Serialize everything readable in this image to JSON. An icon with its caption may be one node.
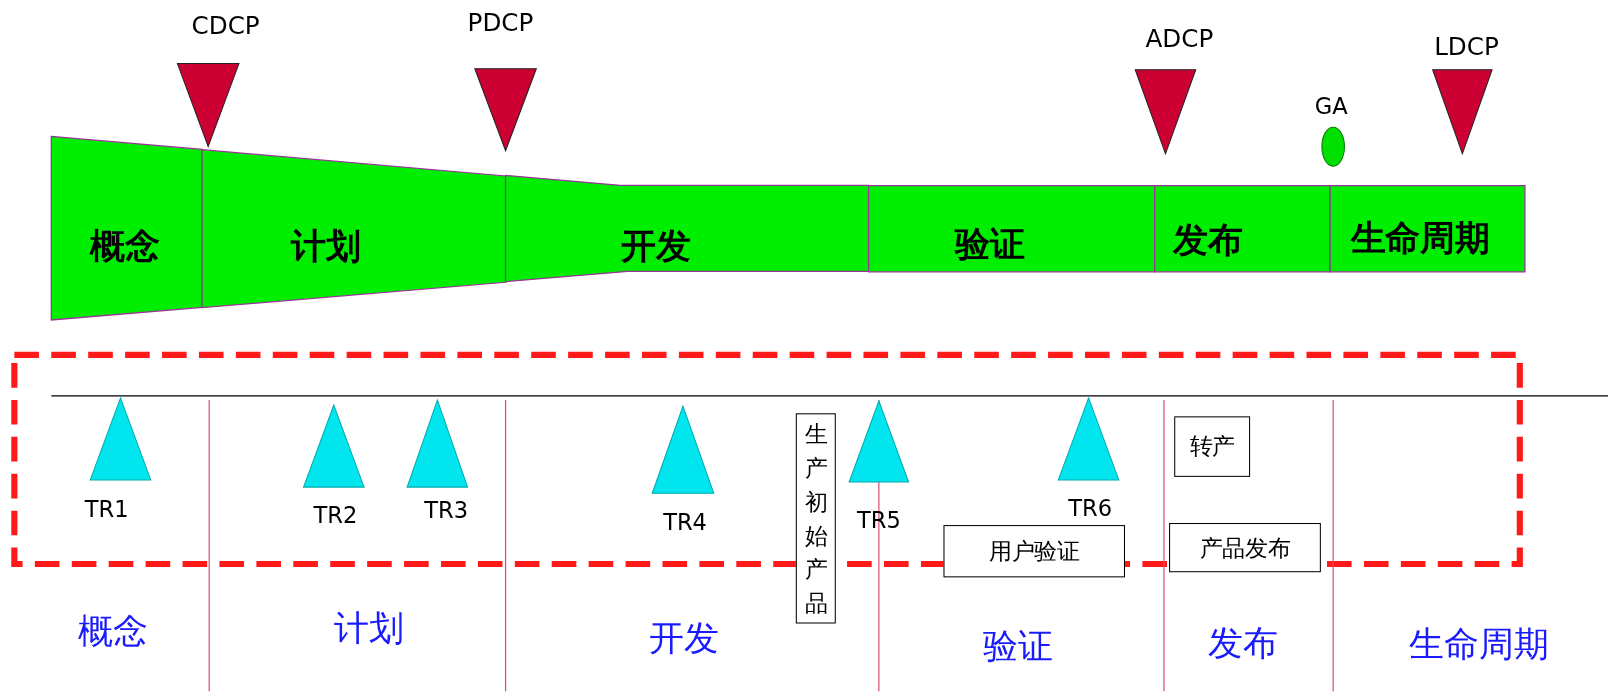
{
  "diagram": {
    "nodes": [
      {
        "text": [
          "CDCP"
        ]
      },
      {
        "text": [
          "PDCP"
        ]
      },
      {
        "text": [
          "ADCP"
        ]
      },
      {
        "text": [
          "GA"
        ]
      },
      {
        "text": [
          "LDCP"
        ]
      },
      {
        "text": [
          "概念"
        ]
      },
      {
        "text": [
          "计划"
        ]
      },
      {
        "text": [
          "开发"
        ]
      },
      {
        "text": [
          "验证"
        ]
      },
      {
        "text": [
          "发布"
        ]
      },
      {
        "text": [
          "生命周期"
        ]
      },
      {
        "text": [
          "TR1"
        ]
      },
      {
        "text": [
          "TR2"
        ]
      },
      {
        "text": [
          "TR3"
        ]
      },
      {
        "text": [
          "TR4"
        ]
      },
      {
        "text": [
          "生产初始产品"
        ]
      },
      {
        "text": [
          "TR5"
        ]
      },
      {
        "text": [
          "TR6"
        ]
      },
      {
        "text": [
          "转产"
        ]
      },
      {
        "text": [
          "用户验证"
        ]
      },
      {
        "text": [
          "产品发布"
        ]
      }
    ],
    "edges": [],
    "labels": [
      "概念",
      "计划",
      "开发",
      "验证",
      "发布",
      "生命周期"
    ]
  }
}
